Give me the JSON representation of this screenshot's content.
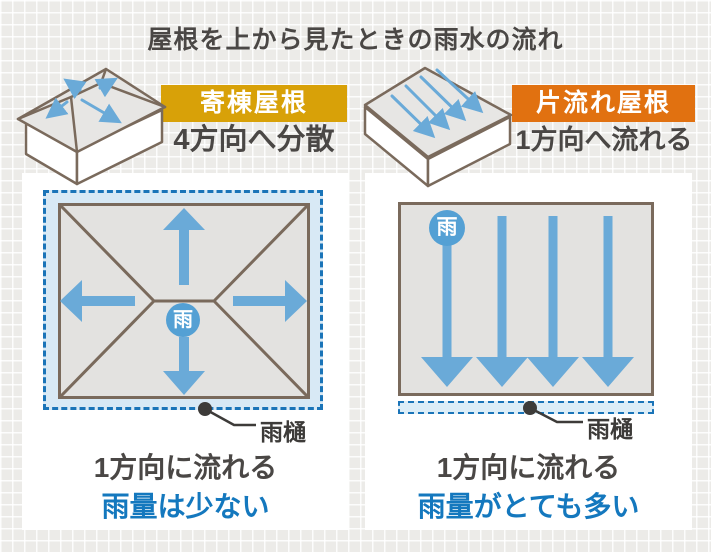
{
  "title": "屋根を上から見たときの雨水の流れ",
  "left": {
    "badge": "寄棟屋根",
    "subtitle": "4方向へ分散",
    "rain_label": "雨",
    "gutter_label": "雨樋",
    "caption_line1": "1方向に流れる",
    "caption_line2": "雨量は少ない"
  },
  "right": {
    "badge": "片流れ屋根",
    "subtitle": "1方向へ流れる",
    "rain_label": "雨",
    "gutter_label": "雨樋",
    "caption_line1": "1方向に流れる",
    "caption_line2": "雨量がとても多い"
  },
  "colors": {
    "badge_gold": "#d8a108",
    "badge_orange": "#e17110",
    "arrow_blue": "#6aaad8",
    "rain_circle_blue": "#54a0d4",
    "dashed_border_blue": "#1a74b8",
    "light_blue_fill": "#d8e9f5",
    "roof_gray": "#e3e2e0",
    "outline_brown": "#7a6a5c",
    "caption_blue": "#1478be",
    "dark_text": "#4a4745",
    "panel_white": "#ffffff",
    "background_gray": "#ecebe8"
  }
}
